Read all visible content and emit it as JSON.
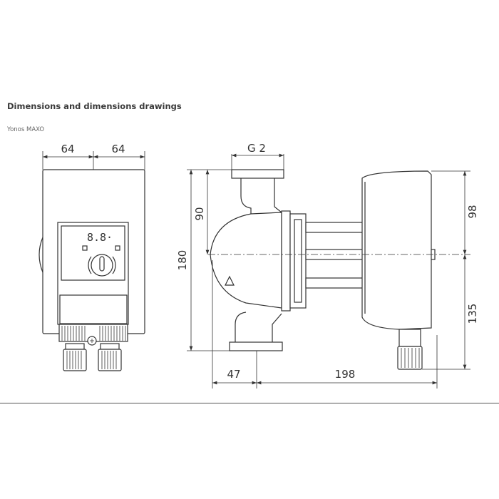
{
  "header": {
    "title": "Dimensions and dimensions drawings",
    "subtitle": "Yonos MAXO"
  },
  "drawing": {
    "front_view": {
      "width_left": "64",
      "width_right": "64",
      "display_text": "8.8·"
    },
    "side_view": {
      "thread": "G 2",
      "total_height": "180",
      "upper_height": "90",
      "motor_upper": "98",
      "motor_lower": "135",
      "left_depth": "47",
      "right_depth": "198"
    }
  }
}
